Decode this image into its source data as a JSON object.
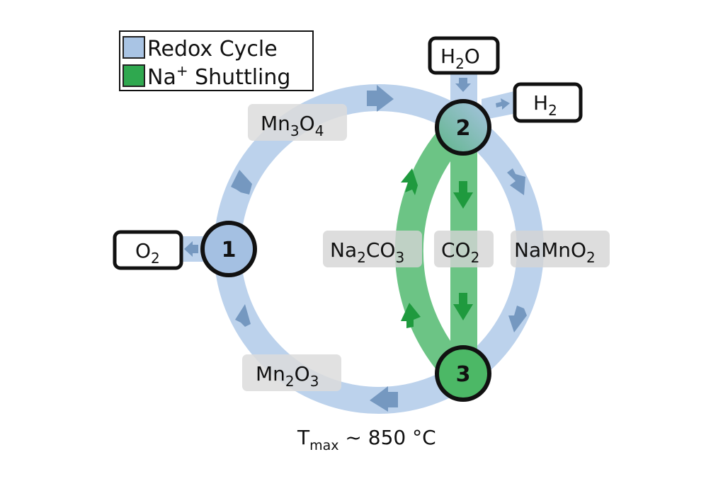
{
  "legend": {
    "items": [
      {
        "label": "Redox Cycle",
        "sup": "",
        "color": "#a9c4e4"
      },
      {
        "label_main": "Na",
        "sup": "+",
        "label_rest": " Shuttling",
        "color": "#2fa84f"
      }
    ]
  },
  "colors": {
    "redox_band": "#bcd2ec",
    "redox_arrow": "#7598c0",
    "na_band": "#6cc485",
    "na_arrow": "#1f9a3e",
    "node1_fill": "#a4c0e2",
    "node3_fill": "#4cb866",
    "label_bg": "#dcdcdc"
  },
  "nodes": [
    {
      "id": "1",
      "label": "1"
    },
    {
      "id": "2",
      "label": "2"
    },
    {
      "id": "3",
      "label": "3"
    }
  ],
  "species": {
    "mn3o4": {
      "base": "Mn",
      "s1": "3",
      "mid": "O",
      "s2": "4"
    },
    "mn2o3": {
      "base": "Mn",
      "s1": "2",
      "mid": "O",
      "s2": "3"
    },
    "na2co3": {
      "base": "Na",
      "s1": "2",
      "mid": "CO",
      "s2": "3"
    },
    "co2": {
      "base": "CO",
      "s1": "2"
    },
    "namno2": {
      "base": "NaMnO",
      "s1": "2"
    }
  },
  "gases": {
    "o2": {
      "base": "O",
      "sub": "2"
    },
    "h2o": {
      "base": "H",
      "sub": "2",
      "rest": "O"
    },
    "h2": {
      "base": "H",
      "sub": "2"
    }
  },
  "temperature": {
    "prefix": "T",
    "sub": "max",
    "rest": " ~ 850 °C"
  }
}
